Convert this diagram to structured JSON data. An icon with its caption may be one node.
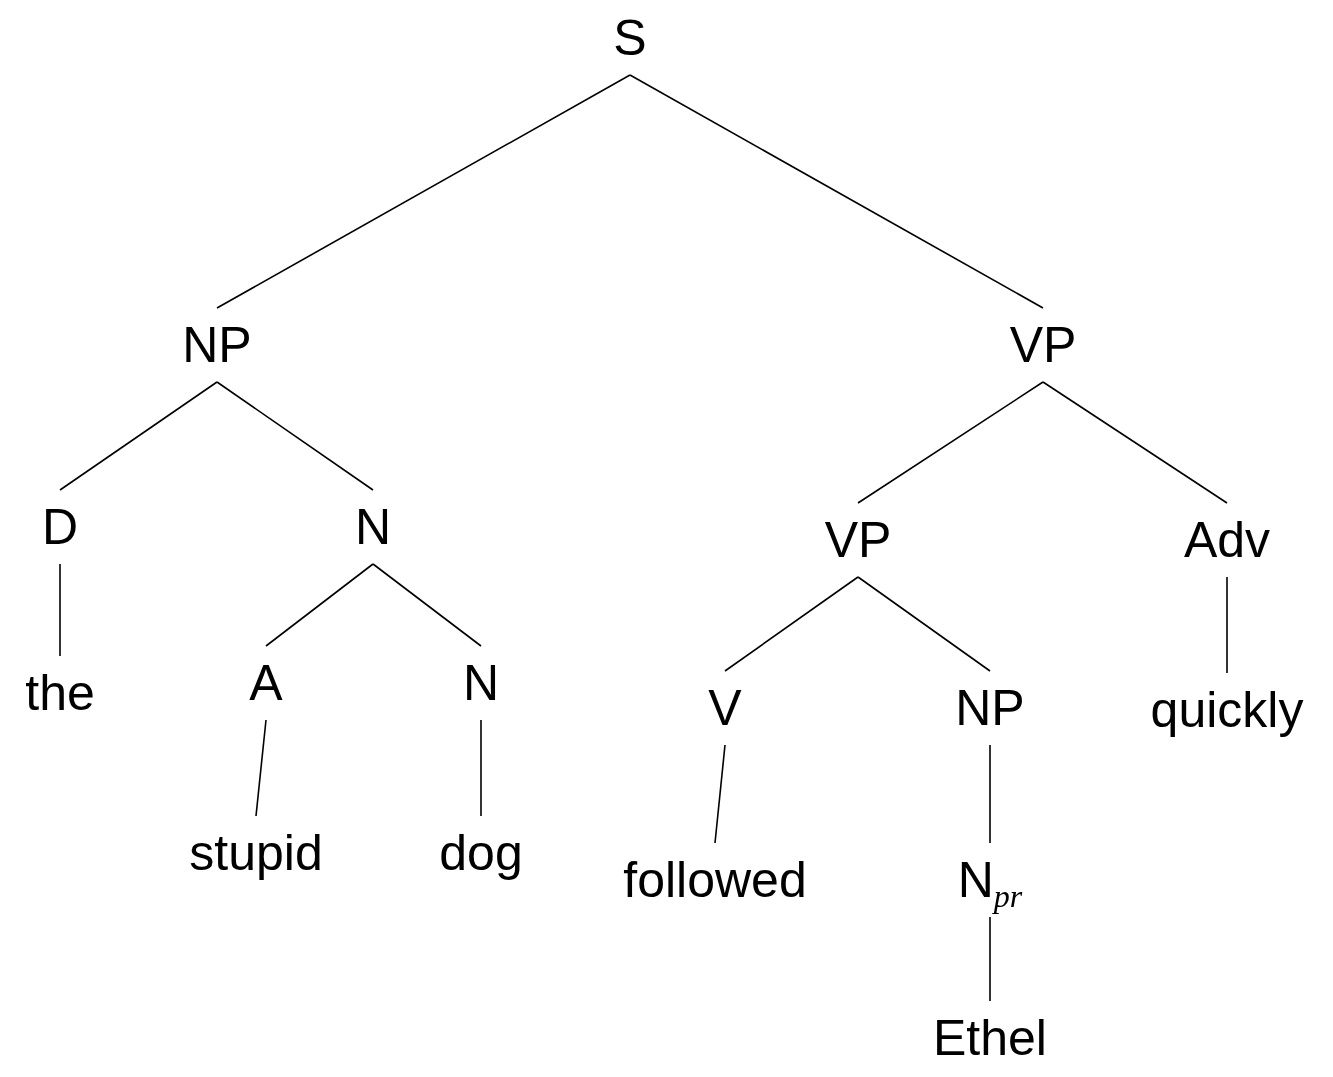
{
  "diagram": {
    "nodes": [
      {
        "text": [
          "S"
        ]
      },
      {
        "text": [
          "NP"
        ]
      },
      {
        "text": [
          "VP"
        ]
      },
      {
        "text": [
          "D"
        ]
      },
      {
        "text": [
          "N"
        ]
      },
      {
        "text": [
          "VP"
        ]
      },
      {
        "text": [
          "Adv"
        ]
      },
      {
        "text": [
          "the"
        ]
      },
      {
        "text": [
          "A"
        ]
      },
      {
        "text": [
          "N"
        ]
      },
      {
        "text": [
          "V"
        ]
      },
      {
        "text": [
          "NP"
        ]
      },
      {
        "text": [
          "quickly"
        ]
      },
      {
        "text": [
          "stupid"
        ]
      },
      {
        "text": [
          "dog"
        ]
      },
      {
        "text": [
          "followed"
        ]
      },
      {
        "text": [
          "N$_{pr}$"
        ]
      },
      {
        "text": [
          "Ethel"
        ]
      }
    ],
    "edges": [
      {
        "from": 0,
        "to": 1,
        "arrow": "none"
      },
      {
        "from": 0,
        "to": 2,
        "arrow": "none"
      },
      {
        "from": 1,
        "to": 3,
        "arrow": "none"
      },
      {
        "from": 1,
        "to": 4,
        "arrow": "none"
      },
      {
        "from": 2,
        "to": 5,
        "arrow": "none"
      },
      {
        "from": 2,
        "to": 6,
        "arrow": "none"
      },
      {
        "from": 3,
        "to": 7,
        "arrow": "none"
      },
      {
        "from": 4,
        "to": 8,
        "arrow": "none"
      },
      {
        "from": 4,
        "to": 9,
        "arrow": "none"
      },
      {
        "from": 5,
        "to": 10,
        "arrow": "none"
      },
      {
        "from": 5,
        "to": 11,
        "arrow": "none"
      },
      {
        "from": 6,
        "to": 12,
        "arrow": "none"
      },
      {
        "from": 8,
        "to": 13,
        "arrow": "none"
      },
      {
        "from": 9,
        "to": 14,
        "arrow": "none"
      },
      {
        "from": 10,
        "to": 15,
        "arrow": "none"
      },
      {
        "from": 11,
        "to": 16,
        "arrow": "none"
      },
      {
        "from": 16,
        "to": 17,
        "arrow": "none"
      }
    ]
  }
}
